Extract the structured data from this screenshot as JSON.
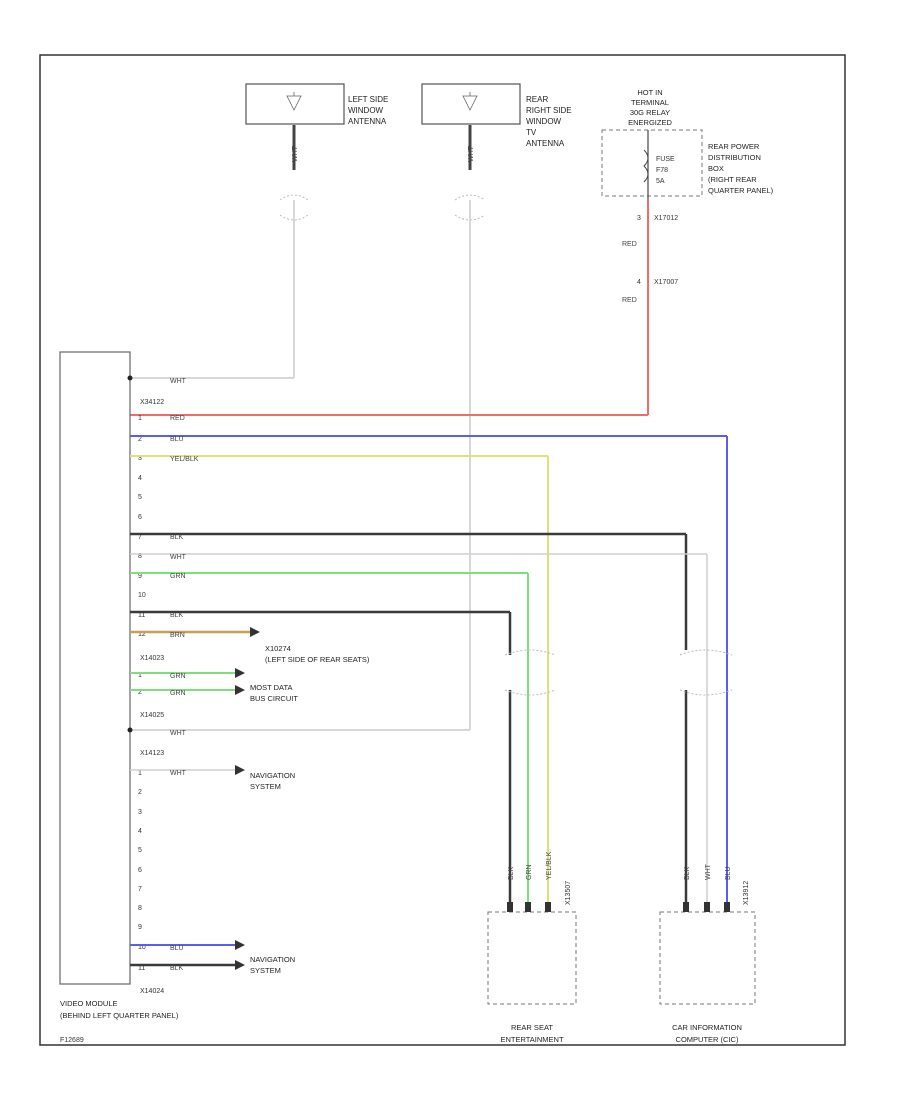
{
  "frame_note": "F12689",
  "antennas": {
    "left": [
      "LEFT SIDE",
      "WINDOW",
      "ANTENNA"
    ],
    "rear_right": [
      "REAR",
      "RIGHT SIDE",
      "WINDOW",
      "TV",
      "ANTENNA"
    ],
    "left_wire": "WHT",
    "right_wire": "WHT"
  },
  "hot_in": [
    "HOT IN",
    "TERMINAL",
    "30G RELAY",
    "ENERGIZED"
  ],
  "fuse": [
    "FUSE",
    "F78",
    "5A"
  ],
  "power_dist": [
    "REAR POWER",
    "DISTRIBUTION",
    "BOX",
    "(RIGHT REAR",
    "QUARTER PANEL)"
  ],
  "power_connectors": {
    "first": "X17012",
    "second": "X17007",
    "pin_a": "3",
    "pin_b": "4"
  },
  "power_wire_color": "RED",
  "video_module": {
    "label": [
      "VIDEO MODULE",
      "(BEHIND LEFT QUARTER PANEL)"
    ]
  },
  "connectors": {
    "top": "X34122",
    "middle": "X14023",
    "ant": "X14025",
    "nav": "X14123",
    "bottom": "X14024"
  },
  "wires": {
    "antenna_left": "WHT",
    "red": "RED",
    "blu": "BLU",
    "yel_blk": "YEL/BLK",
    "blk": "BLK",
    "wht": "WHT",
    "grn": "GRN",
    "blk2": "BLK",
    "brn": "BRN",
    "grn1": "GRN",
    "grn2": "GRN",
    "antenna_right": "WHT",
    "nav_wht": "WHT",
    "nav_blu": "BLU",
    "nav_blk": "BLK"
  },
  "pins": [
    "1",
    "2",
    "3",
    "4",
    "5",
    "6",
    "7",
    "8",
    "9",
    "10",
    "11",
    "12",
    "1",
    "2",
    "1",
    "2",
    "3",
    "4",
    "5",
    "6",
    "7",
    "8",
    "9",
    "10",
    "11"
  ],
  "ground_label": [
    "X10274",
    "(LEFT SIDE OF REAR SEATS)"
  ],
  "most_bus": [
    "MOST DATA",
    "BUS CIRCUIT"
  ],
  "navigation_1": [
    "NAVIGATION",
    "SYSTEM"
  ],
  "navigation_2": [
    "NAVIGATION",
    "SYSTEM"
  ],
  "rear_seat": {
    "label": [
      "REAR SEAT",
      "ENTERTAINMENT"
    ],
    "connector": "X13507",
    "wires": [
      "BLK",
      "GRN",
      "YEL/BLK"
    ]
  },
  "car_info": {
    "label": [
      "CAR INFORMATION",
      "COMPUTER (CIC)"
    ],
    "connector": "X13912",
    "wires": [
      "BLK",
      "WHT",
      "BLU"
    ]
  },
  "colors": {
    "red": "#f26a6a",
    "blue": "#5c5cf2",
    "yellow": "#e8e88a",
    "black": "#3a3a3a",
    "green": "#7ce07c",
    "brown": "#c8a05a",
    "white": "#cfcfcf",
    "frame": "#333333"
  }
}
